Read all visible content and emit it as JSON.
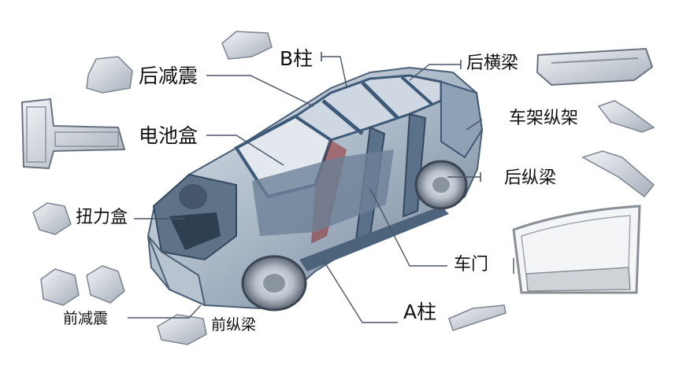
{
  "labels": {
    "rear_shock": "后减震",
    "b_pillar": "B柱",
    "rear_crossbeam": "后横梁",
    "frame_rail": "车架纵架",
    "battery_box": "电池盒",
    "rear_rail": "后纵梁",
    "torque_box": "扭力盒",
    "door": "车门",
    "front_shock": "前减震",
    "front_rail": "前纵梁",
    "a_pillar": "A柱"
  },
  "colors": {
    "leader_line": "#4a5568",
    "body_frame": "#3d5a78",
    "body_glass": "#b9c6d4",
    "part_metal": "#c9ced6",
    "door_frame": "#8a8f96"
  },
  "icons": [
    "car-body-frame",
    "aluminum-part",
    "door-frame"
  ]
}
